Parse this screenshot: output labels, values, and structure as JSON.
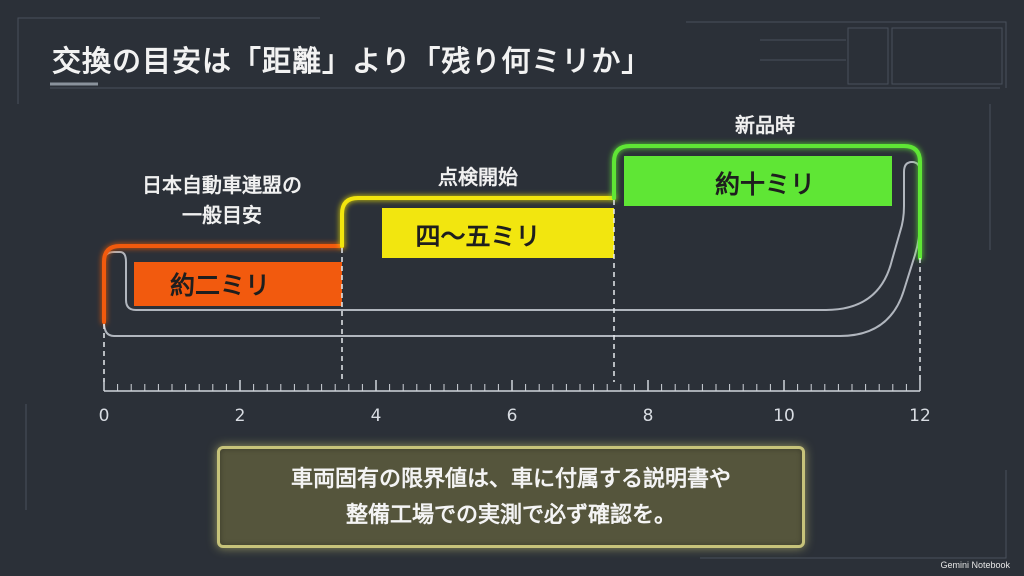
{
  "title": "交換の目安は「距離」より「残り何ミリか」",
  "stages": [
    {
      "caption_lines": [
        "日本自動車連盟の",
        "一般目安"
      ],
      "bar_label": "約二ミリ",
      "from_mm": 0,
      "to_mm": 3.5,
      "color": "#f25a0e"
    },
    {
      "caption_lines": [
        "点検開始"
      ],
      "bar_label": "四～五ミリ",
      "from_mm": 3.5,
      "to_mm": 7.5,
      "color": "#f2e60f"
    },
    {
      "caption_lines": [
        "新品時"
      ],
      "bar_label": "約十ミリ",
      "from_mm": 7.5,
      "to_mm": 12,
      "color": "#5fe635"
    }
  ],
  "axis": {
    "min": 0,
    "max": 12,
    "tick_labels": [
      "0",
      "2",
      "4",
      "6",
      "8",
      "10",
      "12"
    ]
  },
  "note": {
    "line1": "車両固有の限界値は、車に付属する説明書や",
    "line2": "整備工場での実測で必ず確認を。"
  },
  "watermark": "Gemini Notebook"
}
